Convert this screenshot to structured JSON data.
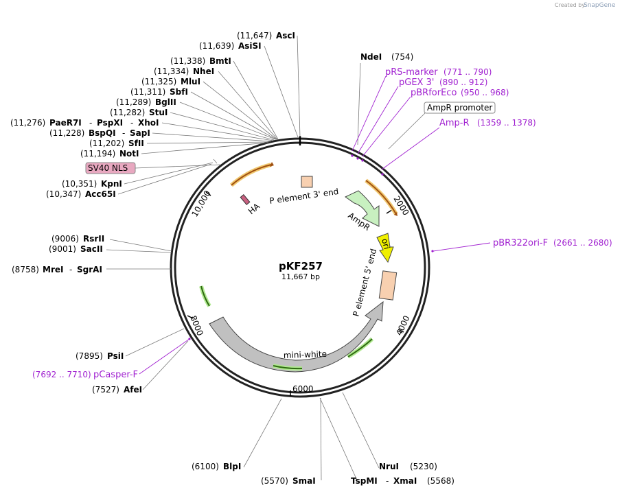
{
  "watermark": {
    "text": "Created by",
    "brand": "SnapGene"
  },
  "plasmid": {
    "name": "pKF257",
    "length_label": "11,667 bp",
    "length": 11667
  },
  "ticks": [
    {
      "pos": 2000,
      "label": "2000"
    },
    {
      "pos": 4000,
      "label": "4000"
    },
    {
      "pos": 6000,
      "label": "6000"
    },
    {
      "pos": 8000,
      "label": "8000"
    },
    {
      "pos": 10000,
      "label": "10,000"
    }
  ],
  "enzymes": [
    {
      "pos": "(11,647)",
      "name": "AscI"
    },
    {
      "pos": "(11,639)",
      "name": "AsiSI"
    },
    {
      "pos": "(11,338)",
      "name": "BmtI"
    },
    {
      "pos": "(11,334)",
      "name": "NheI"
    },
    {
      "pos": "(11,325)",
      "name": "MluI"
    },
    {
      "pos": "(11,311)",
      "name": "SbfI"
    },
    {
      "pos": "(11,289)",
      "name": "BglII"
    },
    {
      "pos": "(11,282)",
      "name": "StuI"
    },
    {
      "pos": "(11,276)",
      "name": "PaeR7I",
      "extra1": "PspXI",
      "extra2": "XhoI"
    },
    {
      "pos": "(11,228)",
      "name": "BspQI",
      "extra1": "SapI"
    },
    {
      "pos": "(11,202)",
      "name": "SfII"
    },
    {
      "pos": "(11,194)",
      "name": "NotI"
    },
    {
      "pos": "(10,351)",
      "name": "KpnI"
    },
    {
      "pos": "(10,347)",
      "name": "Acc65I"
    },
    {
      "pos": "(9006)",
      "name": "RsrII"
    },
    {
      "pos": "(9001)",
      "name": "SacII"
    },
    {
      "pos": "(8758)",
      "name": "MreI",
      "extra1": "SgrAI"
    },
    {
      "pos": "(7895)",
      "name": "PsiI"
    },
    {
      "pos": "(7527)",
      "name": "AfeI"
    },
    {
      "pos": "(6100)",
      "name": "BlpI"
    },
    {
      "pos": "(5570)",
      "name": "SmaI"
    },
    {
      "pos": "(5568)",
      "name": "TspMI",
      "extra1": "XmaI"
    },
    {
      "pos": "(5230)",
      "name": "NruI"
    },
    {
      "pos": "(754)",
      "name": "NdeI"
    }
  ],
  "primers": [
    {
      "name": "pRS-marker",
      "range": "(771 .. 790)"
    },
    {
      "name": "pGEX 3'",
      "range": "(890 .. 912)"
    },
    {
      "name": "pBRforEco",
      "range": "(950 .. 968)"
    },
    {
      "name": "Amp-R",
      "range": "(1359 .. 1378)"
    },
    {
      "name": "pBR322ori-F",
      "range": "(2661 .. 2680)"
    },
    {
      "name": "pCasper-F",
      "range": "(7692 .. 7710)"
    }
  ],
  "boxed_features": [
    {
      "name": "AmpR promoter",
      "color": "#ffffff"
    },
    {
      "name": "SV40 NLS",
      "color": "#e8a8c0"
    }
  ],
  "features": [
    {
      "name": "HA",
      "color": "#c86080"
    },
    {
      "name": "P element 3' end",
      "color": "#f8d0b0"
    },
    {
      "name": "AmpR",
      "color": "#c8f0c0"
    },
    {
      "name": "ori",
      "color": "#f0f000"
    },
    {
      "name": "P element 5' end",
      "color": "#f8d0b0"
    },
    {
      "name": "mini-white",
      "color": "#c0c0c0"
    }
  ],
  "colors": {
    "primer": "#a020d0",
    "orange_arrow": "#e89020",
    "green_arrow": "#50a030",
    "backbone": "#222222"
  }
}
